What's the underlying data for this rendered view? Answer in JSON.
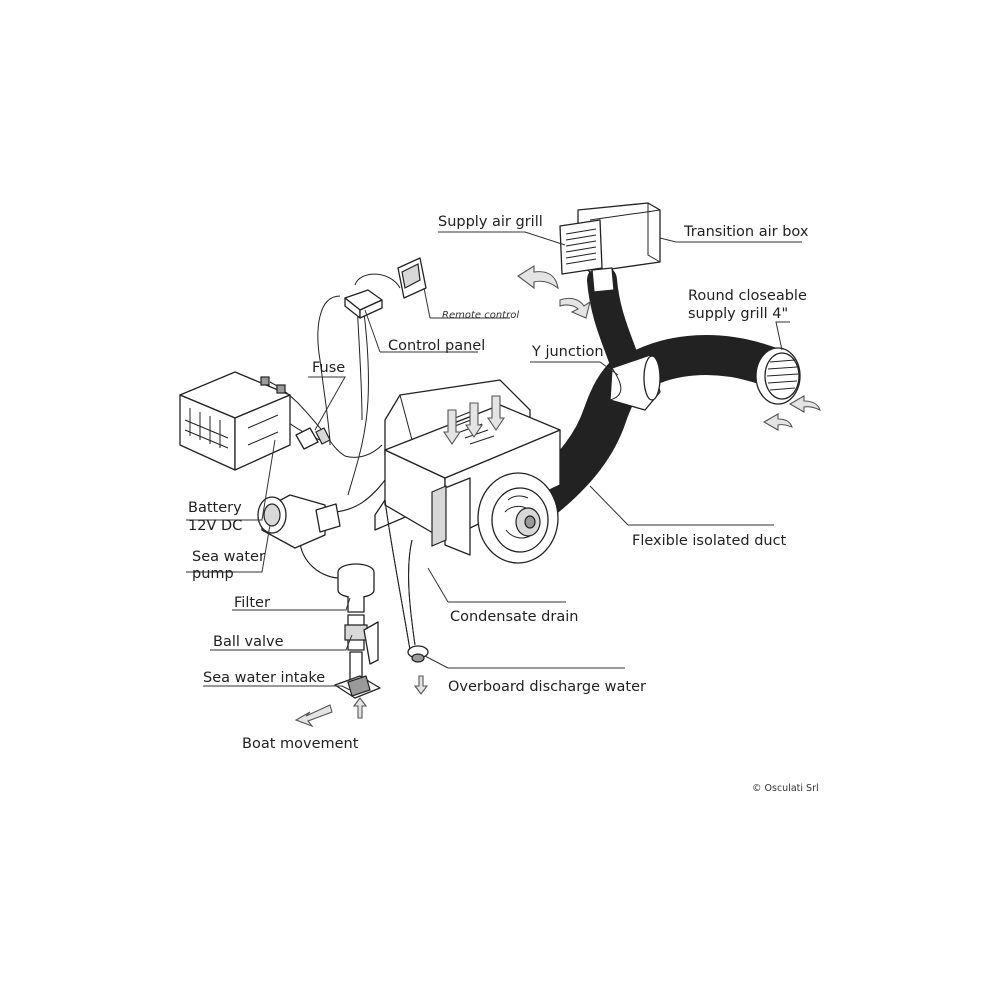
{
  "labels": {
    "supply_air_grill": "Supply air grill",
    "transition_air_box": "Transition air box",
    "round_closeable_line1": "Round closeable",
    "round_closeable_line2": "supply grill 4\"",
    "y_junction": "Y junction",
    "remote_control": "Remote control",
    "control_panel": "Control panel",
    "fuse": "Fuse",
    "battery_line1": "Battery",
    "battery_line2": "12V DC",
    "sea_water_pump_line1": "Sea water",
    "sea_water_pump_line2": "pump",
    "filter": "Filter",
    "ball_valve": "Ball valve",
    "sea_water_intake": "Sea water intake",
    "boat_movement": "Boat movement",
    "flexible_isolated_duct": "Flexible isolated duct",
    "condensate_drain": "Condensate drain",
    "overboard_discharge_water": "Overboard discharge water"
  },
  "copyright": "© Osculati Srl"
}
